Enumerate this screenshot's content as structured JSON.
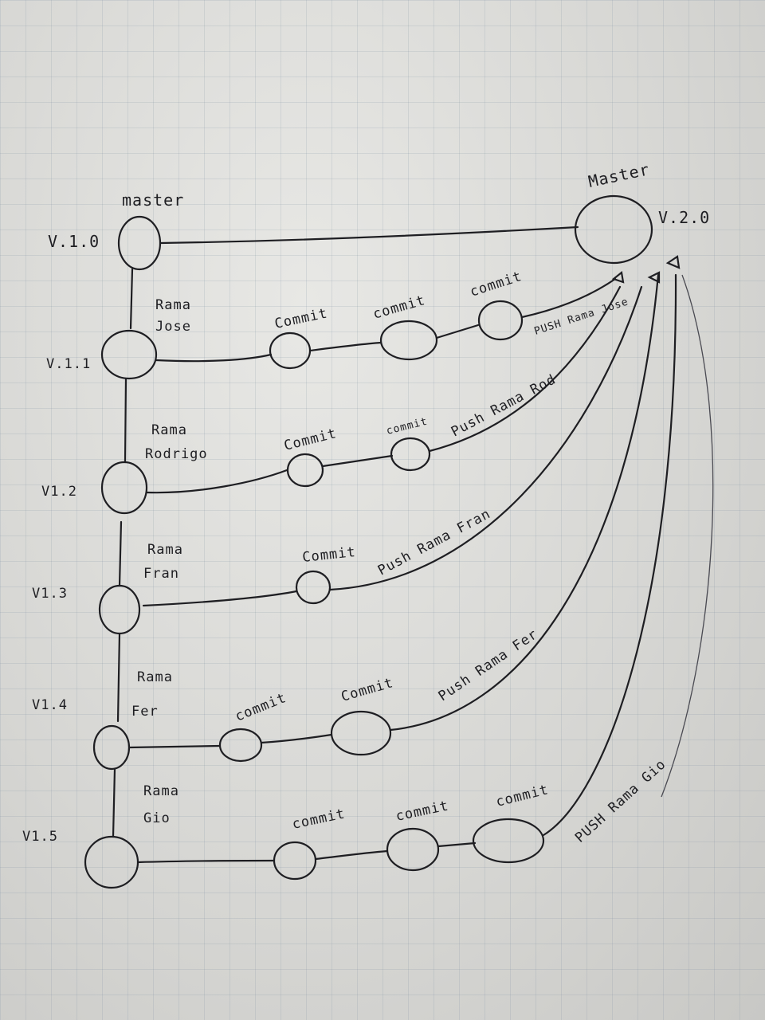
{
  "master_left": {
    "label": "master",
    "version": "V.1.0"
  },
  "master_right": {
    "label": "Master",
    "version": "V.2.0"
  },
  "branches": [
    {
      "name1": "Rama",
      "name2": "Jose",
      "version": "V.1.1",
      "commits": [
        "Commit",
        "commit",
        "commit"
      ],
      "push": "PUSH Rama Jose"
    },
    {
      "name1": "Rama",
      "name2": "Rodrigo",
      "version": "V1.2",
      "commits": [
        "Commit",
        "commit"
      ],
      "push": "Push Rama Rod"
    },
    {
      "name1": "Rama",
      "name2": "Fran",
      "version": "V1.3",
      "commits": [
        "Commit"
      ],
      "push": "Push Rama Fran"
    },
    {
      "name1": "Rama",
      "name2": "Fer",
      "version": "V1.4",
      "commits": [
        "commit",
        "Commit"
      ],
      "push": "Push Rama Fer"
    },
    {
      "name1": "Rama",
      "name2": "Gio",
      "version": "V1.5",
      "commits": [
        "commit",
        "commit",
        "commit"
      ],
      "push": "PUSH Rama Gio"
    }
  ]
}
